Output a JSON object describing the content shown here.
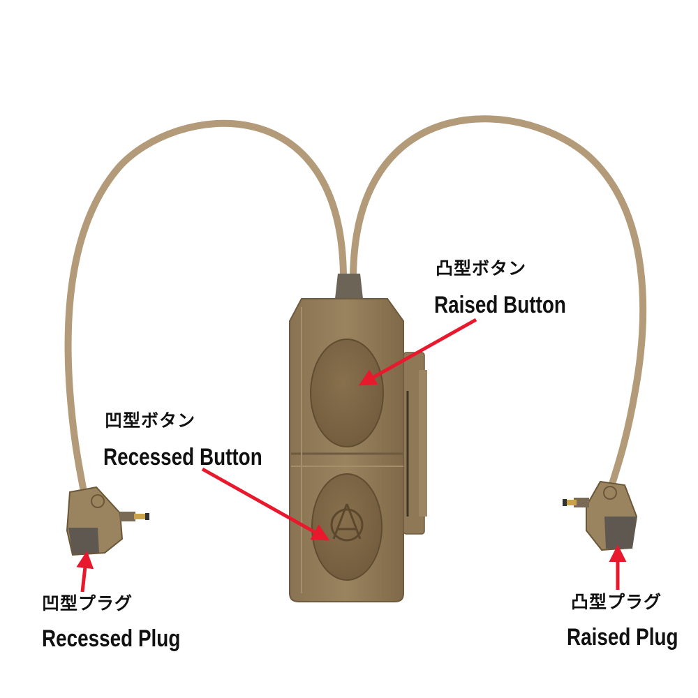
{
  "labels": {
    "raised_button": {
      "jp": "凸型ボタン",
      "en": "Raised Button"
    },
    "recessed_button": {
      "jp": "凹型ボタン",
      "en": "Recessed Button"
    },
    "recessed_plug": {
      "jp": "凹型プラグ",
      "en": "Recessed Plug"
    },
    "raised_plug": {
      "jp": "凸型プラグ",
      "en": "Raised Plug"
    }
  },
  "colors": {
    "background": "#ffffff",
    "cable": "#b39a79",
    "device_body": "#8c7553",
    "button": "#7b6443",
    "arrow": "#e8192c",
    "text": "#111111"
  }
}
